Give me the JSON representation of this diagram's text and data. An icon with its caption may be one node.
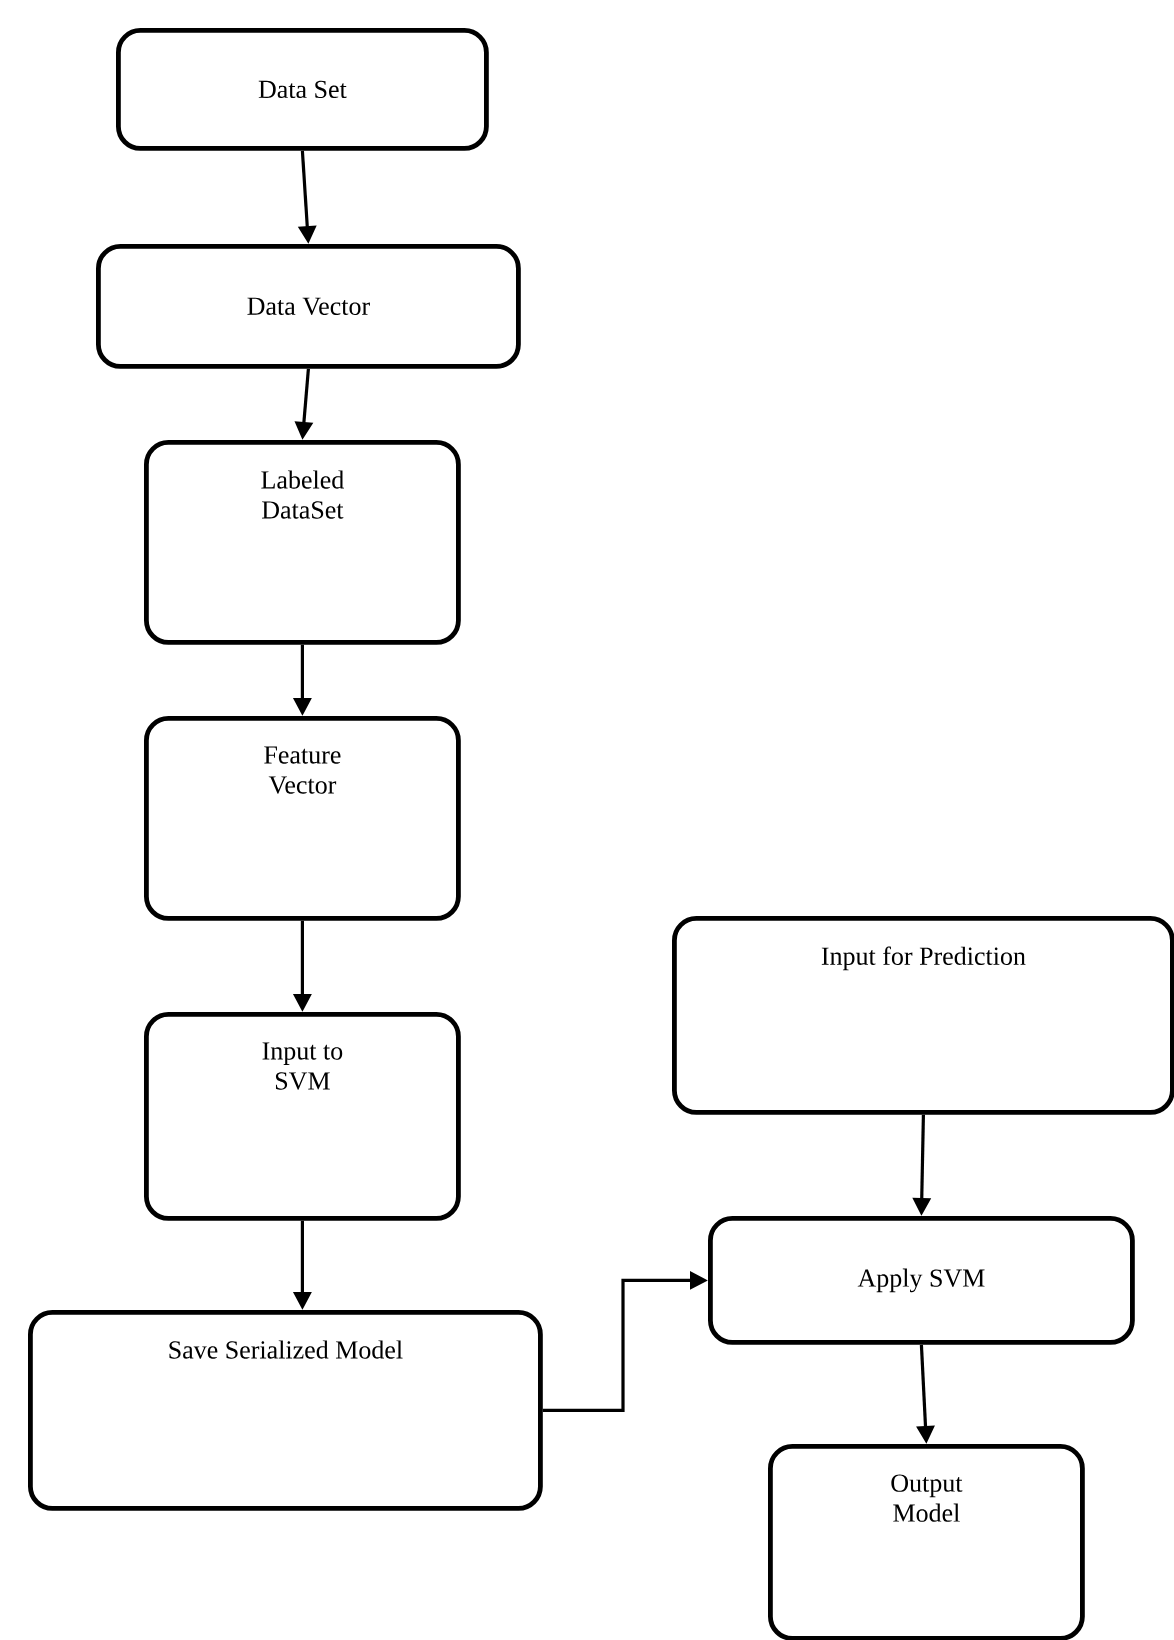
{
  "diagram": {
    "nodes": [
      {
        "text": [
          "Data Set"
        ]
      },
      {
        "text": [
          "Data Vector"
        ]
      },
      {
        "text": [
          "Labeled DataSet"
        ]
      },
      {
        "text": [
          "Feature Vector"
        ]
      },
      {
        "text": [
          "Input to SVM"
        ]
      },
      {
        "text": [
          "Save Serialized Model"
        ]
      },
      {
        "text": [
          "Input for Prediction"
        ]
      },
      {
        "text": [
          "Apply SVM"
        ]
      },
      {
        "text": [
          "Output Model"
        ]
      }
    ],
    "edges": [
      {
        "from": 0,
        "to": 1,
        "arrow": "to"
      },
      {
        "from": 1,
        "to": 2,
        "arrow": "to"
      },
      {
        "from": 2,
        "to": 3,
        "arrow": "to"
      },
      {
        "from": 3,
        "to": 4,
        "arrow": "to"
      },
      {
        "from": 4,
        "to": 5,
        "arrow": "to"
      },
      {
        "from": 5,
        "to": 7,
        "arrow": "to"
      },
      {
        "from": 6,
        "to": 7,
        "arrow": "to"
      },
      {
        "from": 7,
        "to": 8,
        "arrow": "to"
      }
    ]
  }
}
